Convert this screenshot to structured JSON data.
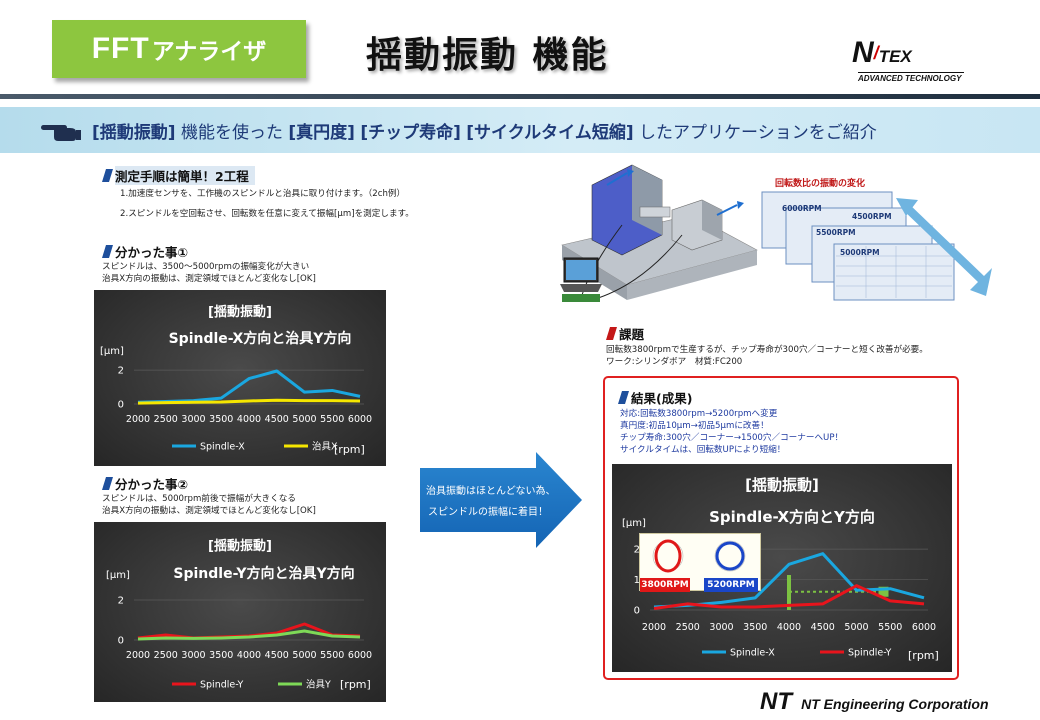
{
  "header": {
    "badge_big": "FFT",
    "badge_small": "アナライザ",
    "title": "揺動振動 機能",
    "logo_mark_a": "N",
    "logo_mark_b": "TEX",
    "logo_sub": "ADVANCED TECHNOLOGY"
  },
  "banner": {
    "parts": [
      "[揺動振動]",
      " 機能を使った ",
      "[真円度]",
      " ",
      "[チップ寿命]",
      " ",
      "[サイクルタイム短縮]",
      " したアプリケーションをご紹介"
    ]
  },
  "procedure": {
    "heading": "測定手順は簡単！2工程",
    "steps": [
      "1.加速度センサを、工作機のスピンドルと治具に取り付けます。（2ch例）",
      "2.スピンドルを空回転させ、回転数を任意に変えて振幅[μm]を測定します。"
    ]
  },
  "finding1": {
    "heading": "分かった事①",
    "lines": [
      "スピンドルは、3500～5000rpmの振幅変化が大きい",
      "治具X方向の振動は、測定領域でほとんど変化なし[OK]"
    ]
  },
  "finding2": {
    "heading": "分かった事②",
    "lines": [
      "スピンドルは、5000rpm前後で振幅が大きくなる",
      "治具X方向の振動は、測定領域でほとんど変化なし[OK]"
    ]
  },
  "issue": {
    "heading": "課題",
    "lines": [
      "回転数3800rpmで生産するが、チップ寿命が300穴／コーナーと短く改善が必要。",
      "ワーク:シリンダボア　材質:FC200"
    ]
  },
  "result": {
    "heading": "結果(成果)",
    "lines": [
      "対応:回転数3800rpm→5200rpmへ変更",
      "真円度:初品10μm→初品5μmに改善！",
      "チップ寿命:300穴／コーナー→1500穴／コーナーへUP！",
      "サイクルタイムは、回転数UPにより短縮！"
    ],
    "inset_left": "3800RPM",
    "inset_right": "5200RPM"
  },
  "illustration": {
    "caption": "回転数比の振動の変化",
    "rpm_tags": [
      "6000RPM",
      "4500RPM",
      "5500RPM",
      "5000RPM"
    ]
  },
  "arrow": {
    "line1": "治具振動はほとんどない為、",
    "line2": "スピンドルの振幅に着目！"
  },
  "footer": {
    "company_mark": "NT",
    "company": "NT Engineering Corporation"
  },
  "colors": {
    "green": "#8dc63f",
    "navy": "#1e3a78",
    "blue_series": "#1aa7e0",
    "yellow_series": "#f5e600",
    "red_series": "#e8141c",
    "lime_series": "#7ed957",
    "panel_red": "#e02020"
  },
  "chart_data": [
    {
      "type": "line",
      "title_line1": "[揺動振動]",
      "title_line2": "Spindle-X方向と治具Y方向",
      "ylabel": "[μm]",
      "xunit": "[rpm]",
      "categories": [
        "2000",
        "2500",
        "3000",
        "3500",
        "4000",
        "4500",
        "5000",
        "5500",
        "6000"
      ],
      "yticks": [
        0,
        2
      ],
      "ylim": [
        0,
        2.6
      ],
      "series": [
        {
          "name": "Spindle-X",
          "color": "#1aa7e0",
          "values": [
            0.1,
            0.15,
            0.2,
            0.35,
            1.5,
            1.95,
            0.7,
            0.8,
            0.45
          ]
        },
        {
          "name": "治具X",
          "color": "#f5e600",
          "values": [
            0.05,
            0.08,
            0.1,
            0.12,
            0.18,
            0.22,
            0.2,
            0.2,
            0.18
          ]
        }
      ],
      "legend": "bottom"
    },
    {
      "type": "line",
      "title_line1": "[揺動振動]",
      "title_line2": "Spindle-Y方向と治具Y方向",
      "ylabel": "[μm]",
      "xunit": "[rpm]",
      "categories": [
        "2000",
        "2500",
        "3000",
        "3500",
        "4000",
        "4500",
        "5000",
        "5500",
        "6000"
      ],
      "yticks": [
        0,
        2
      ],
      "ylim": [
        0,
        2.6
      ],
      "series": [
        {
          "name": "Spindle-Y",
          "color": "#e8141c",
          "values": [
            0.1,
            0.25,
            0.1,
            0.15,
            0.2,
            0.35,
            0.8,
            0.25,
            0.2
          ]
        },
        {
          "name": "治具Y",
          "color": "#7ed957",
          "values": [
            0.05,
            0.1,
            0.08,
            0.1,
            0.15,
            0.25,
            0.45,
            0.2,
            0.15
          ]
        }
      ],
      "legend": "bottom"
    },
    {
      "type": "line",
      "title_line1": "[揺動振動]",
      "title_line2": "Spindle-X方向とY方向",
      "ylabel": "[μm]",
      "xunit": "[rpm]",
      "categories": [
        "2000",
        "2500",
        "3000",
        "3500",
        "4000",
        "4500",
        "5000",
        "5500",
        "6000"
      ],
      "yticks": [
        0,
        1,
        2
      ],
      "ylim": [
        0,
        2.3
      ],
      "series": [
        {
          "name": "Spindle-X",
          "color": "#1aa7e0",
          "values": [
            0.1,
            0.15,
            0.25,
            0.4,
            1.5,
            1.85,
            0.65,
            0.7,
            0.4
          ]
        },
        {
          "name": "Spindle-Y",
          "color": "#e8141c",
          "values": [
            0.05,
            0.2,
            0.1,
            0.1,
            0.15,
            0.2,
            0.8,
            0.3,
            0.2
          ]
        }
      ],
      "legend": "bottom"
    }
  ]
}
